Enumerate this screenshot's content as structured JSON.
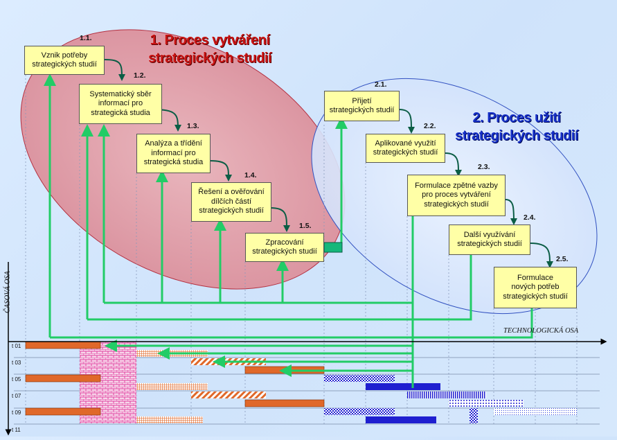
{
  "process1": {
    "title": "1. Proces vytváření\nstrategických studií",
    "steps": [
      {
        "num": "1.1.",
        "label": "Vznik potřeby\nstrategických studií"
      },
      {
        "num": "1.2.",
        "label": "Systematický sběr\ninformací pro\nstrategická studia"
      },
      {
        "num": "1.3.",
        "label": "Analýza a třídění\ninformací pro\nstrategická studia"
      },
      {
        "num": "1.4.",
        "label": "Řešení a ověřování\ndílčích částí\nstrategických studií"
      },
      {
        "num": "1.5.",
        "label": "Zpracování\nstrategických studií"
      }
    ]
  },
  "process2": {
    "title": "2. Proces užití\nstrategických studií",
    "steps": [
      {
        "num": "2.1.",
        "label": "Přijetí\nstrategických studií"
      },
      {
        "num": "2.2.",
        "label": "Aplikované využití\nstrategických studií"
      },
      {
        "num": "2.3.",
        "label": "Formulace zpětné vazby\npro proces vytváření\nstrategických studií"
      },
      {
        "num": "2.4.",
        "label": "Další využívání\nstrategických studií"
      },
      {
        "num": "2.5.",
        "label": "Formulace\nnových potřeb\nstrategických studií"
      }
    ]
  },
  "axes": {
    "time_axis_label": "ČASOVÁ OSA",
    "tech_axis_label": "TECHNOLOGICKÁ OSA",
    "time_ticks": [
      "t 01",
      "t 03",
      "t 05",
      "t 07",
      "t 09",
      "t 11"
    ]
  },
  "colors": {
    "ellipse1": "#e8a4b0",
    "ellipse2": "#dbe8ff",
    "box": "#ffffa6",
    "arrow": "#22cc66",
    "connector": "#0b7a55",
    "title1": "#c81414",
    "title2": "#1630c8",
    "bar1": "#e0682a",
    "bar2": "#1f1fd0"
  }
}
